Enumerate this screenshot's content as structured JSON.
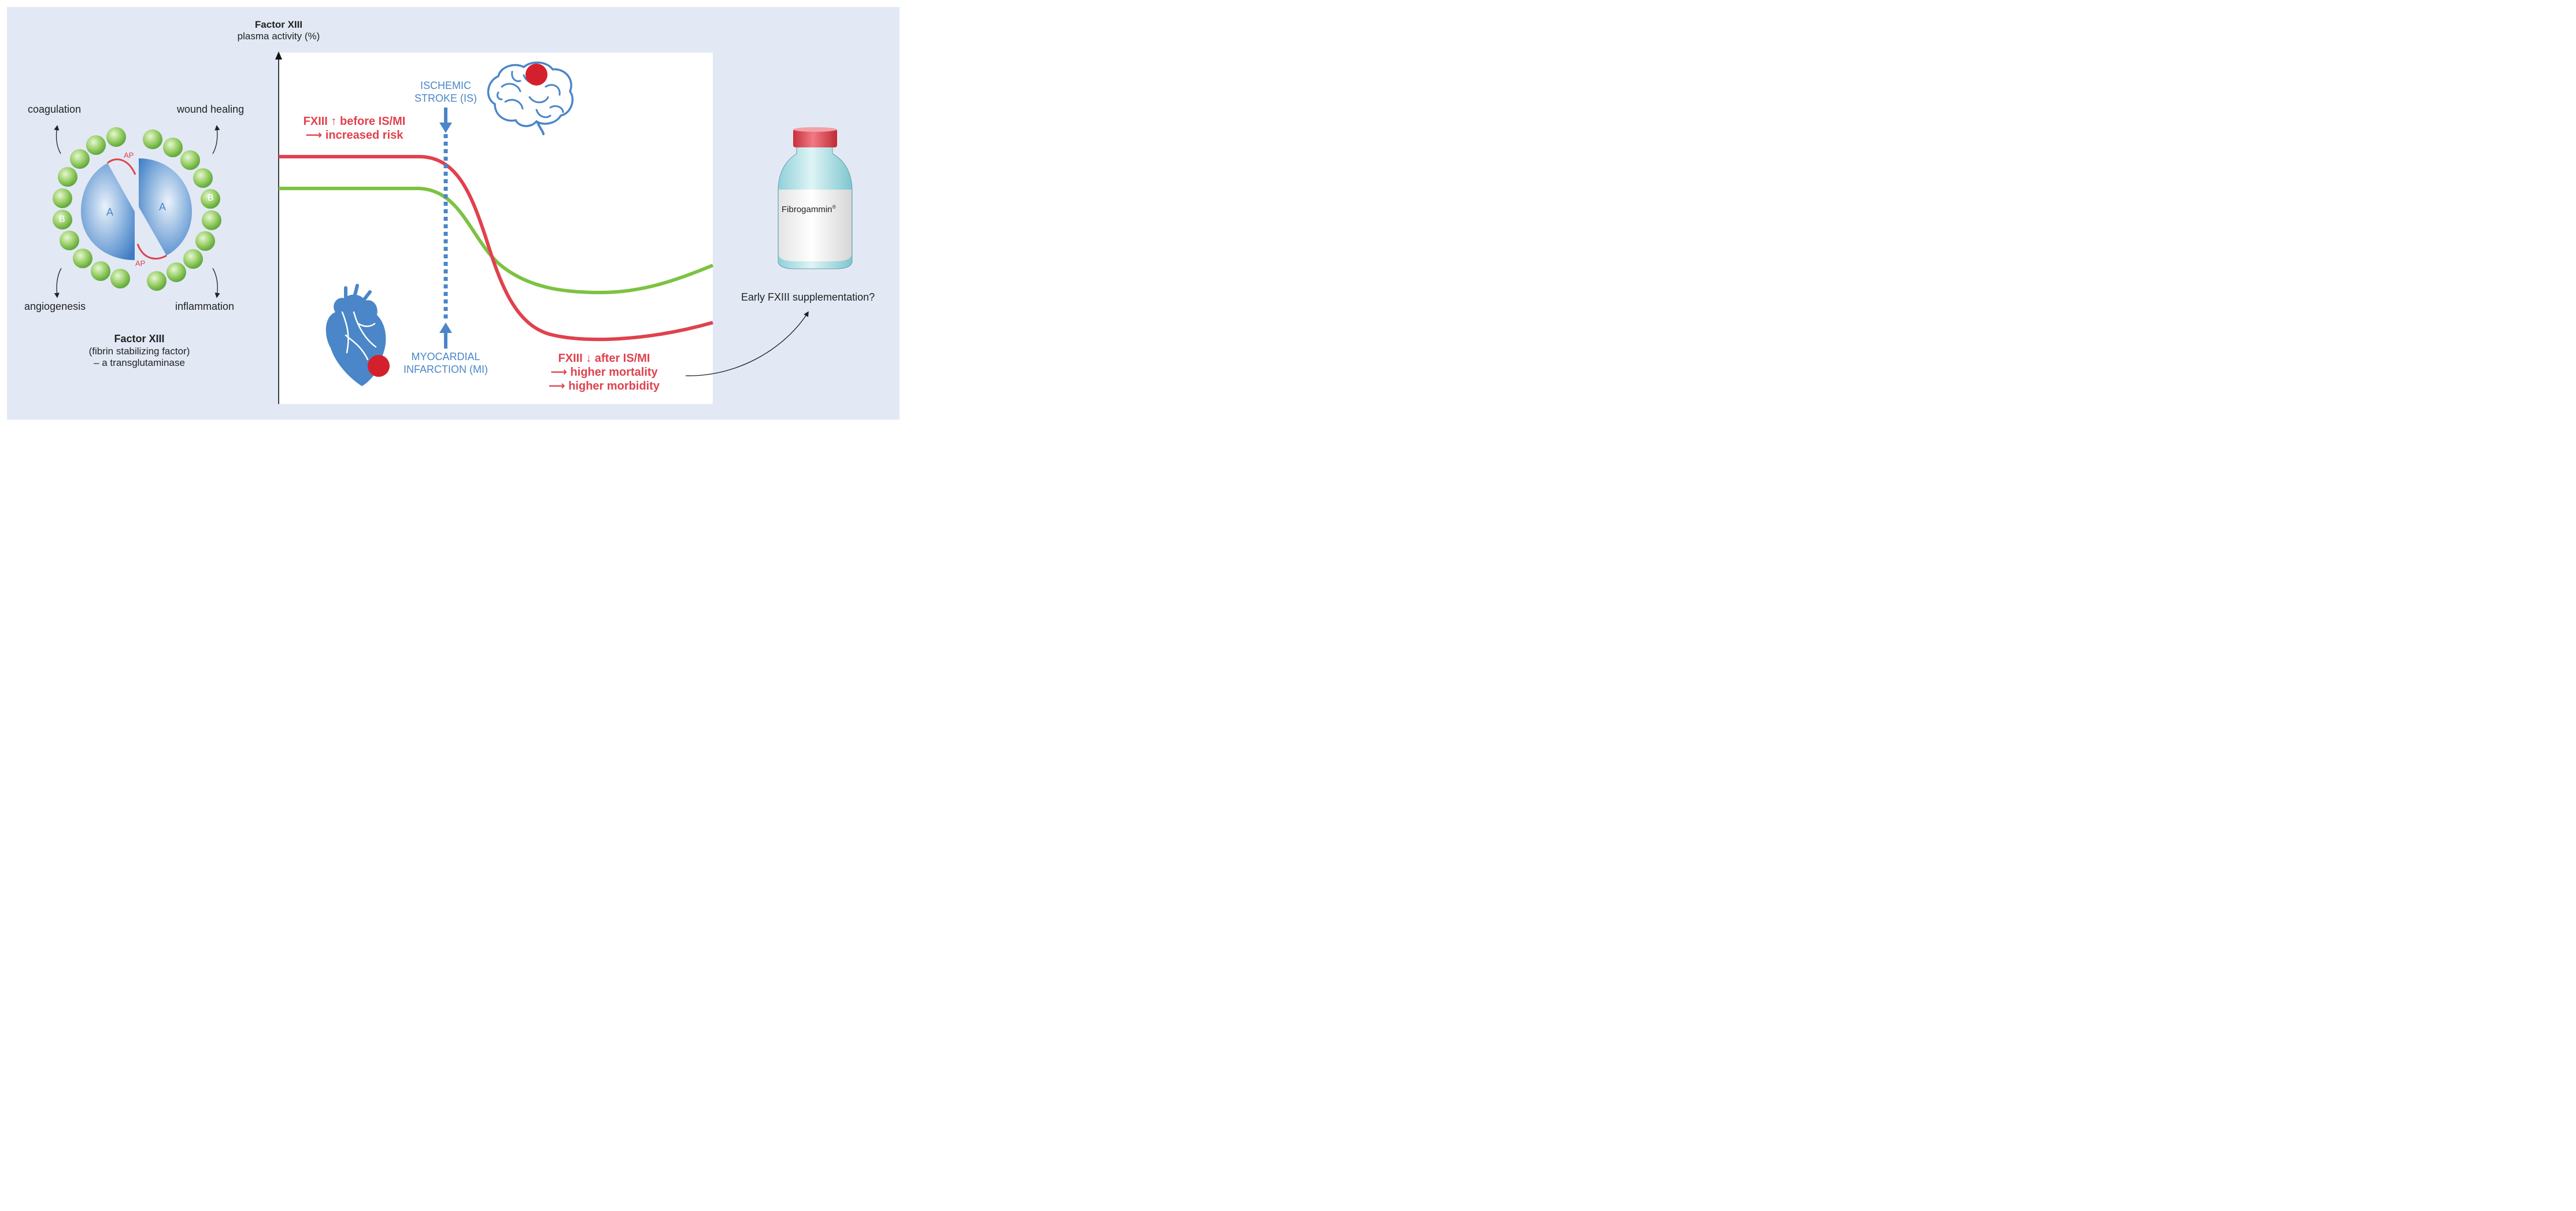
{
  "y_axis": {
    "title": "Factor XIII",
    "subtitle": "plasma activity (%)"
  },
  "functions": {
    "top_left": "coagulation",
    "top_right": "wound healing",
    "bottom_left": "angiogenesis",
    "bottom_right": "inflammation"
  },
  "molecule": {
    "subunit_a": "A",
    "subunit_b": "B",
    "activation_peptide": "AP",
    "caption_title": "Factor XIII",
    "caption_line2": "(fibrin stabilizing factor)",
    "caption_line3": "– a transglutaminase"
  },
  "events": {
    "stroke_line1": "ISCHEMIC",
    "stroke_line2": "STROKE (IS)",
    "mi_line1": "MYOCARDIAL",
    "mi_line2": "INFARCTION (MI)"
  },
  "annotations": {
    "before_line1": "FXIII ↑ before IS/MI",
    "before_line2": "⟶ increased risk",
    "after_line1": "FXIII ↓ after IS/MI",
    "after_line2": "⟶ higher mortality",
    "after_line3": "⟶ higher morbidity"
  },
  "vial": {
    "label": "Fibrogammin",
    "trademark": "®"
  },
  "question": "Early FXIII supplementation?",
  "colors": {
    "background": "#e2e9f5",
    "red_curve": "#e0414e",
    "green_curve": "#7dc242",
    "blue_accent": "#4a86c8",
    "subunit_b": "#9ed16c",
    "vial_cap": "#e0414e",
    "vial_glass": "#a8dde4"
  },
  "icons": [
    "brain-icon",
    "heart-icon",
    "vial-icon"
  ]
}
